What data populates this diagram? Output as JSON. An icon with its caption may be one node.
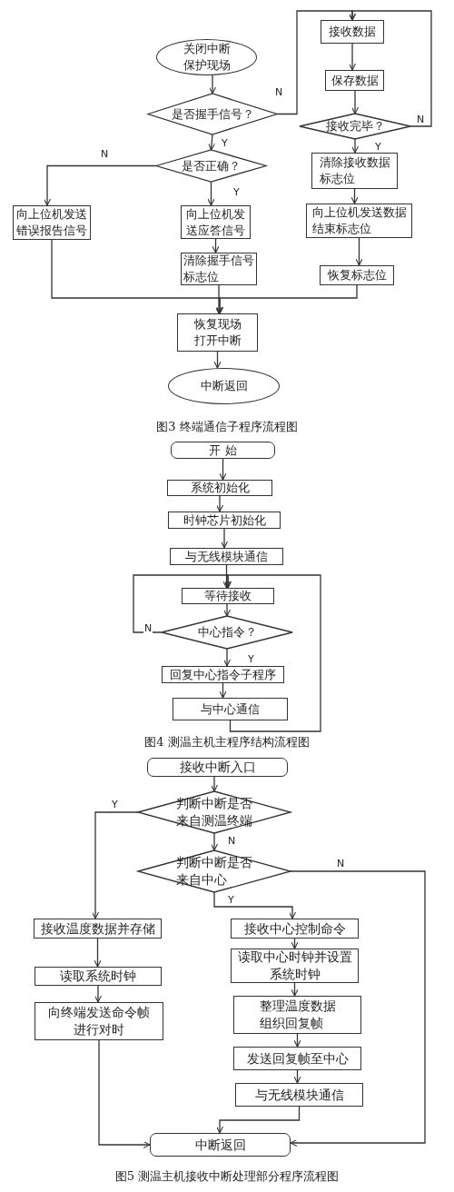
{
  "diagram": {
    "nodes": [
      {
        "text": [
          "关闭中断保护现场"
        ]
      },
      {
        "text": [
          "是否握手信号？"
        ]
      },
      {
        "text": [
          "是否正确？"
        ]
      },
      {
        "text": [
          "向上位机发送错误报告信号"
        ]
      },
      {
        "text": [
          "向上位机发送应答信号"
        ]
      },
      {
        "text": [
          "清除握手信号标志位"
        ]
      },
      {
        "text": [
          "接收数据"
        ]
      },
      {
        "text": [
          "保存数据"
        ]
      },
      {
        "text": [
          "接收完毕？"
        ]
      },
      {
        "text": [
          "清除接收数据标志位"
        ]
      },
      {
        "text": [
          "向上位机发送数据结束标志位"
        ]
      },
      {
        "text": [
          "恢复标志位"
        ]
      },
      {
        "text": [
          "恢复现场打开中断"
        ]
      },
      {
        "text": [
          "中断返回"
        ]
      },
      {
        "text": [
          "开 始"
        ]
      },
      {
        "text": [
          "系统初始化"
        ]
      },
      {
        "text": [
          "时钟芯片初始化"
        ]
      },
      {
        "text": [
          "与无线模块通信"
        ]
      },
      {
        "text": [
          "等待接收"
        ]
      },
      {
        "text": [
          "中心指令？"
        ]
      },
      {
        "text": [
          "回复中心指令子程序"
        ]
      },
      {
        "text": [
          "与中心通信"
        ]
      },
      {
        "text": [
          "接收中断入口"
        ]
      },
      {
        "text": [
          "判断中断是否来自测温终端"
        ]
      },
      {
        "text": [
          "判断中断是否来自中心"
        ]
      },
      {
        "text": [
          "接收温度数据并存储"
        ]
      },
      {
        "text": [
          "读取系统时钟"
        ]
      },
      {
        "text": [
          "向终端发送命令帧进行对时"
        ]
      },
      {
        "text": [
          "接收中心控制命令"
        ]
      },
      {
        "text": [
          "读取中心时钟并设置系统时钟"
        ]
      },
      {
        "text": [
          "整理温度数据组织回复帧"
        ]
      },
      {
        "text": [
          "发送回复帧至中心"
        ]
      },
      {
        "text": [
          "与无线模块通信"
        ]
      },
      {
        "text": [
          "中断返回"
        ]
      }
    ],
    "edges": [
      {
        "from": 0,
        "to": 1,
        "arrow": "to"
      },
      {
        "from": 1,
        "to": 6,
        "arrow": "to",
        "label": "N"
      },
      {
        "from": 1,
        "to": 2,
        "arrow": "to",
        "label": "Y"
      },
      {
        "from": 2,
        "to": 3,
        "arrow": "to",
        "label": "N"
      },
      {
        "from": 2,
        "to": 4,
        "arrow": "to",
        "label": "Y"
      },
      {
        "from": 4,
        "to": 5,
        "arrow": "to"
      },
      {
        "from": 6,
        "to": 7,
        "arrow": "to"
      },
      {
        "from": 7,
        "to": 8,
        "arrow": "to"
      },
      {
        "from": 8,
        "to": 6,
        "arrow": "to",
        "label": "N"
      },
      {
        "from": 8,
        "to": 9,
        "arrow": "to",
        "label": "Y"
      },
      {
        "from": 9,
        "to": 10,
        "arrow": "to"
      },
      {
        "from": 10,
        "to": 11,
        "arrow": "to"
      },
      {
        "from": 3,
        "to": 12,
        "arrow": "to"
      },
      {
        "from": 5,
        "to": 12,
        "arrow": "to"
      },
      {
        "from": 11,
        "to": 12,
        "arrow": "to"
      },
      {
        "from": 12,
        "to": 13,
        "arrow": "to"
      },
      {
        "from": 14,
        "to": 15,
        "arrow": "to"
      },
      {
        "from": 15,
        "to": 16,
        "arrow": "to"
      },
      {
        "from": 16,
        "to": 17,
        "arrow": "to"
      },
      {
        "from": 17,
        "to": 18,
        "arrow": "to"
      },
      {
        "from": 18,
        "to": 19,
        "arrow": "to"
      },
      {
        "from": 19,
        "to": 18,
        "arrow": "to",
        "label": "N"
      },
      {
        "from": 19,
        "to": 20,
        "arrow": "to",
        "label": "Y"
      },
      {
        "from": 20,
        "to": 21,
        "arrow": "to"
      },
      {
        "from": 21,
        "to": 18,
        "arrow": "to"
      },
      {
        "from": 22,
        "to": 23,
        "arrow": "to"
      },
      {
        "from": 23,
        "to": 25,
        "arrow": "to",
        "label": "Y"
      },
      {
        "from": 23,
        "to": 24,
        "arrow": "to",
        "label": "N"
      },
      {
        "from": 24,
        "to": 28,
        "arrow": "to",
        "label": "Y"
      },
      {
        "from": 24,
        "to": 33,
        "arrow": "to",
        "label": "N"
      },
      {
        "from": 25,
        "to": 26,
        "arrow": "to"
      },
      {
        "from": 26,
        "to": 27,
        "arrow": "to"
      },
      {
        "from": 27,
        "to": 33,
        "arrow": "to"
      },
      {
        "from": 28,
        "to": 29,
        "arrow": "to"
      },
      {
        "from": 29,
        "to": 30,
        "arrow": "to"
      },
      {
        "from": 30,
        "to": 31,
        "arrow": "to"
      },
      {
        "from": 31,
        "to": 32,
        "arrow": "to"
      },
      {
        "from": 32,
        "to": 33,
        "arrow": "to"
      }
    ],
    "labels": [
      "图3 终端通信子程序流程图",
      "图4 测温主机主程序结构流程图",
      "图5 测温主机接收中断处理部分程序流程图"
    ]
  }
}
